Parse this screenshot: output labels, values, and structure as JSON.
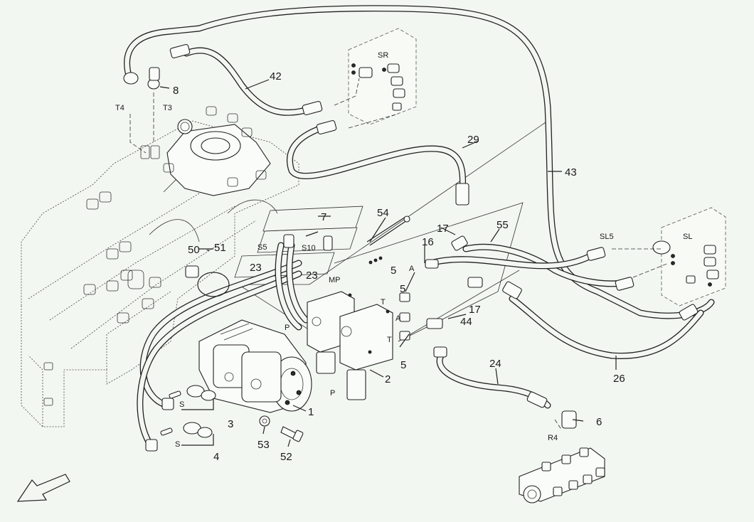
{
  "diagram": {
    "callouts": [
      "1",
      "2",
      "3",
      "4",
      "5",
      "5",
      "5",
      "6",
      "7",
      "8",
      "16",
      "17",
      "17",
      "23",
      "23",
      "24",
      "26",
      "29",
      "42",
      "43",
      "44",
      "50",
      "51",
      "52",
      "53",
      "54",
      "55"
    ],
    "ports": {
      "sr": "SR",
      "sl": "SL",
      "sl5": "SL5",
      "t4": "T4",
      "t3": "T3",
      "s5": "S5",
      "s10": "S10",
      "mp": "MP",
      "p1": "P",
      "p2": "P",
      "t1": "T",
      "t2": "T",
      "a1": "A",
      "a2": "A",
      "s1": "S",
      "s2": "S",
      "r4": "R4"
    },
    "dash_between": "-"
  }
}
